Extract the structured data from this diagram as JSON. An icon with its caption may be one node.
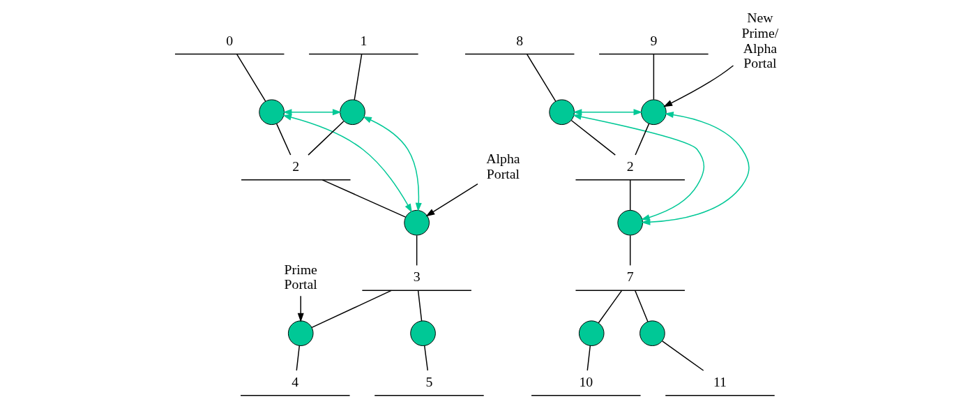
{
  "diagram": {
    "nodes": [
      {
        "text": [
          "0"
        ]
      },
      {
        "text": [
          "1"
        ]
      },
      {
        "text": [],
        "shape": "circle"
      },
      {
        "text": [],
        "shape": "circle"
      },
      {
        "text": [
          "2"
        ]
      },
      {
        "text": [],
        "shape": "circle"
      },
      {
        "text": [
          "Alpha Portal"
        ]
      },
      {
        "text": [
          "3"
        ]
      },
      {
        "text": [
          "Prime Portal"
        ]
      },
      {
        "text": [],
        "shape": "circle"
      },
      {
        "text": [],
        "shape": "circle"
      },
      {
        "text": [
          "4"
        ]
      },
      {
        "text": [
          "5"
        ]
      },
      {
        "text": [
          "8"
        ]
      },
      {
        "text": [
          "9"
        ]
      },
      {
        "text": [],
        "shape": "circle"
      },
      {
        "text": [],
        "shape": "circle"
      },
      {
        "text": [
          "New Prime/ Alpha Portal"
        ]
      },
      {
        "text": [
          "2"
        ]
      },
      {
        "text": [],
        "shape": "circle"
      },
      {
        "text": [
          "7"
        ]
      },
      {
        "text": [],
        "shape": "circle"
      },
      {
        "text": [],
        "shape": "circle"
      },
      {
        "text": [
          "10"
        ]
      },
      {
        "text": [
          "11"
        ]
      }
    ],
    "edges": [
      {
        "from": 0,
        "to": 2,
        "arrow": "none"
      },
      {
        "from": 1,
        "to": 3,
        "arrow": "none"
      },
      {
        "from": 2,
        "to": 4,
        "arrow": "none"
      },
      {
        "from": 3,
        "to": 4,
        "arrow": "none"
      },
      {
        "from": 2,
        "to": 3,
        "arrow": "both",
        "color": "#00c896"
      },
      {
        "from": 2,
        "to": 5,
        "arrow": "both",
        "color": "#00c896"
      },
      {
        "from": 3,
        "to": 5,
        "arrow": "both",
        "color": "#00c896"
      },
      {
        "from": 4,
        "to": 5,
        "arrow": "none"
      },
      {
        "from": 6,
        "to": 5,
        "arrow": "to"
      },
      {
        "from": 5,
        "to": 7,
        "arrow": "none"
      },
      {
        "from": 8,
        "to": 9,
        "arrow": "to"
      },
      {
        "from": 7,
        "to": 9,
        "arrow": "none"
      },
      {
        "from": 7,
        "to": 10,
        "arrow": "none"
      },
      {
        "from": 9,
        "to": 11,
        "arrow": "none"
      },
      {
        "from": 10,
        "to": 12,
        "arrow": "none"
      },
      {
        "from": 13,
        "to": 15,
        "arrow": "none"
      },
      {
        "from": 14,
        "to": 16,
        "arrow": "none"
      },
      {
        "from": 17,
        "to": 16,
        "arrow": "to"
      },
      {
        "from": 15,
        "to": 18,
        "arrow": "none"
      },
      {
        "from": 16,
        "to": 18,
        "arrow": "none"
      },
      {
        "from": 15,
        "to": 16,
        "arrow": "both",
        "color": "#00c896"
      },
      {
        "from": 15,
        "to": 19,
        "arrow": "both",
        "color": "#00c896"
      },
      {
        "from": 16,
        "to": 19,
        "arrow": "both",
        "color": "#00c896"
      },
      {
        "from": 18,
        "to": 19,
        "arrow": "none"
      },
      {
        "from": 19,
        "to": 20,
        "arrow": "none"
      },
      {
        "from": 20,
        "to": 21,
        "arrow": "none"
      },
      {
        "from": 20,
        "to": 22,
        "arrow": "none"
      },
      {
        "from": 21,
        "to": 23,
        "arrow": "none"
      },
      {
        "from": 22,
        "to": 24,
        "arrow": "none"
      }
    ]
  }
}
